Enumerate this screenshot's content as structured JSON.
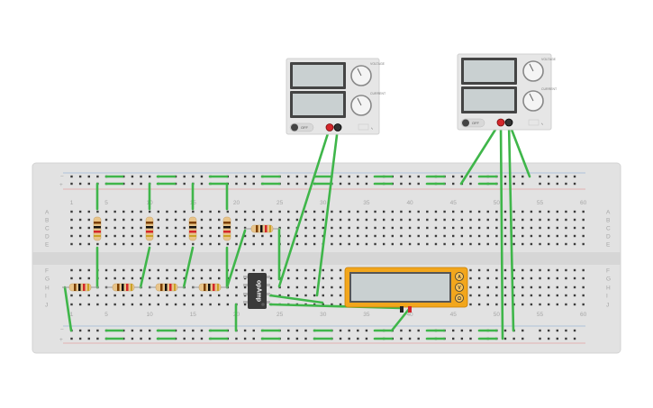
{
  "breadboard": {
    "column_labels": [
      "1",
      "5",
      "10",
      "15",
      "20",
      "25",
      "30",
      "35",
      "40",
      "45",
      "50",
      "55",
      "60"
    ],
    "row_labels_top": [
      "A",
      "B",
      "C",
      "D",
      "E"
    ],
    "row_labels_bottom": [
      "F",
      "G",
      "H",
      "I",
      "J"
    ],
    "rail_minus": "−",
    "rail_plus": "+"
  },
  "ic": {
    "label": "opAmp"
  },
  "power_supply_1": {
    "off_label": "OFF",
    "knob_top_label": "VOLTAGE",
    "knob_bottom_label": "CURRENT"
  },
  "power_supply_2": {
    "off_label": "OFF",
    "knob_top_label": "VOLTAGE",
    "knob_bottom_label": "CURRENT"
  },
  "multimeter": {
    "buttons": [
      "A",
      "V",
      "Ω"
    ]
  },
  "colors": {
    "wire": "#3fb64a",
    "breadboard": "#e2e2e2",
    "multimeter_body": "#f2a61c",
    "ic_body": "#3a3a3a",
    "probe_red": "#d4262b",
    "probe_black": "#222222"
  }
}
